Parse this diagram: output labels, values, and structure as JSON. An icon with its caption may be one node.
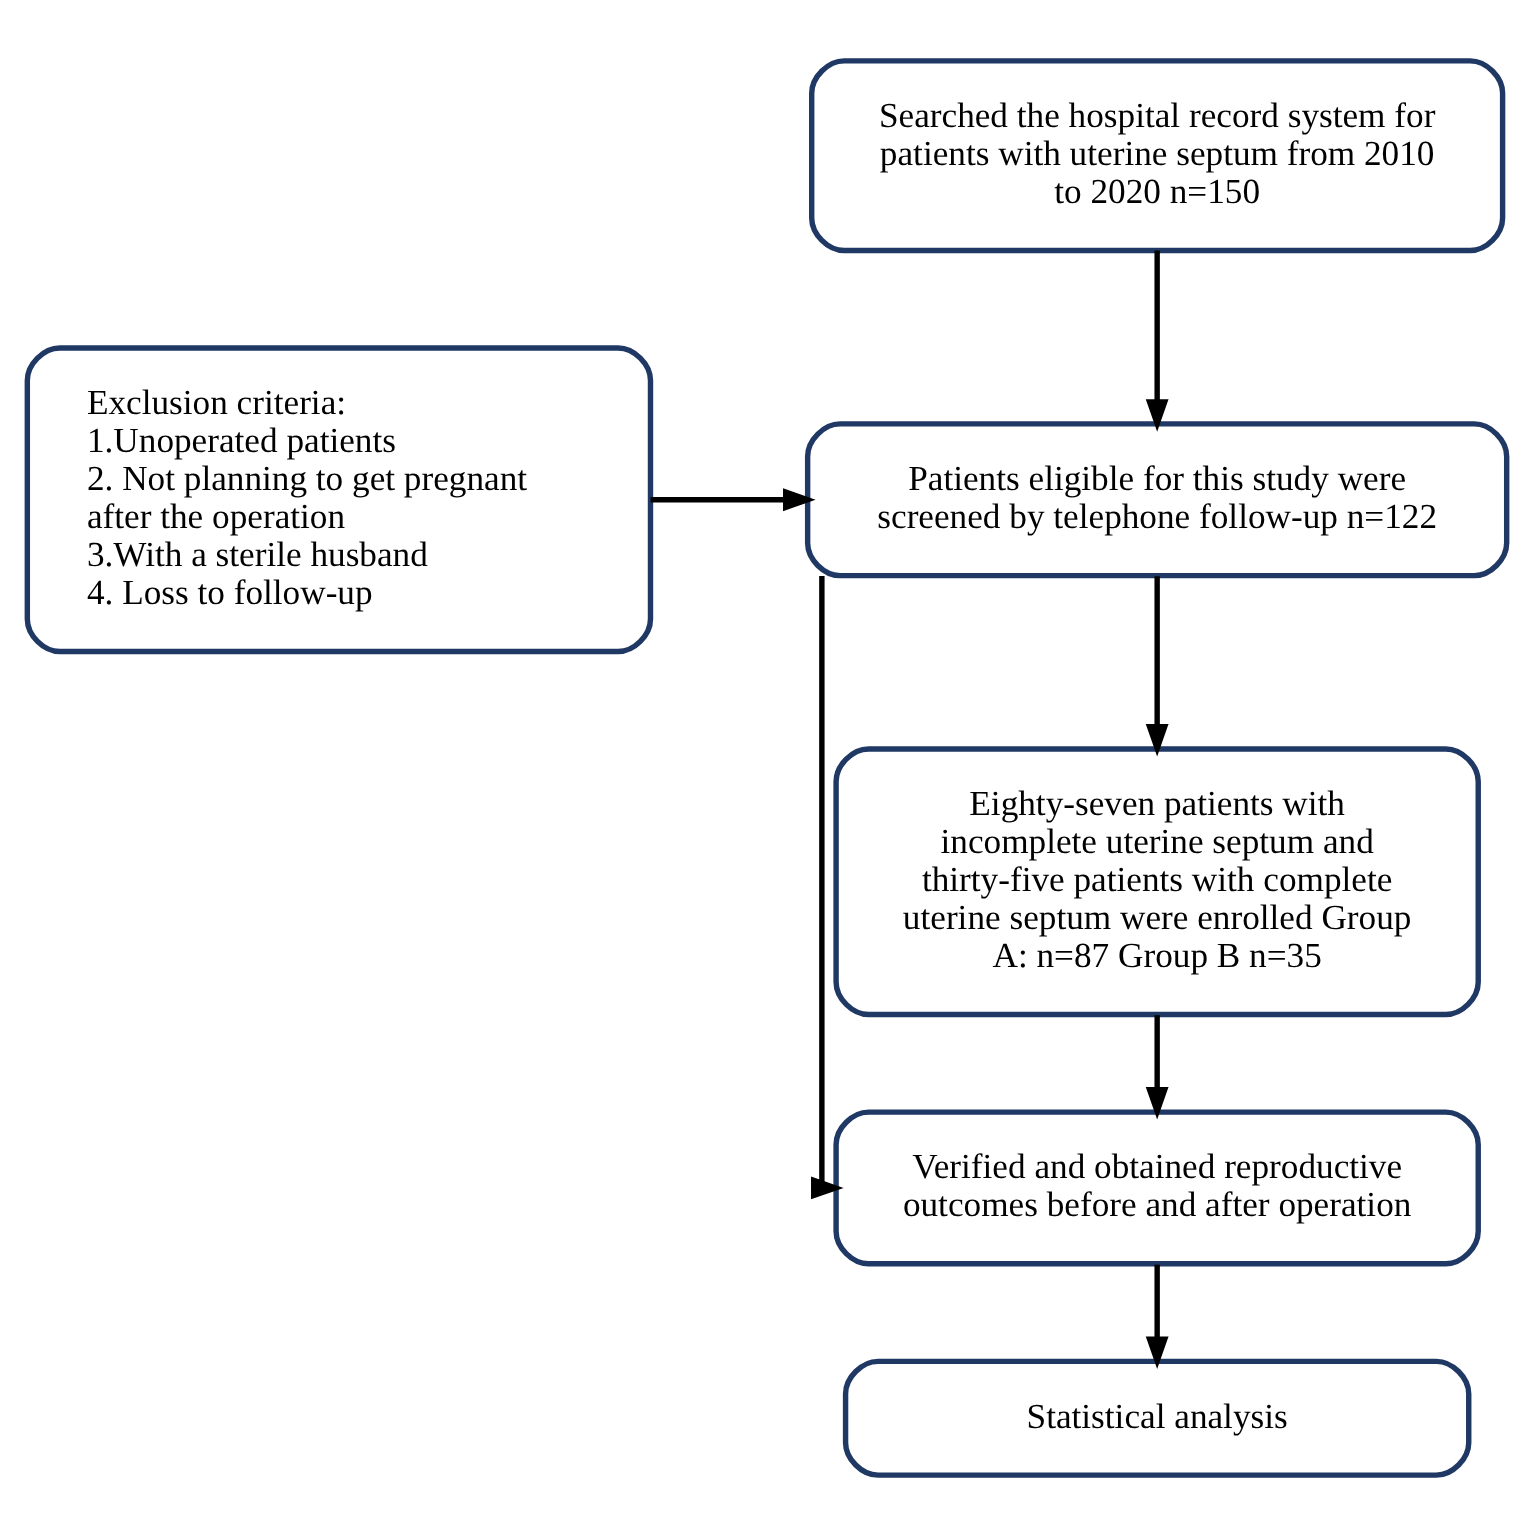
{
  "diagram": {
    "nodes": [
      {
        "text": [
          "Searched the hospital record system for patients with uterine septum from 2010 to 2020 n=150"
        ]
      },
      {
        "text": [
          "Patients eligible for this study were screened by telephone follow-up n=122"
        ]
      },
      {
        "text": [
          "Exclusion criteria:",
          "1.Unoperated patients",
          "2. Not planning to get pregnant after the operation",
          "3.With a sterile husband",
          "4. Loss to follow-up"
        ]
      },
      {
        "text": [
          "Eighty-seven patients with incomplete uterine septum and thirty-five patients with complete uterine septum were enrolled Group A: n=87 Group B n=35"
        ]
      },
      {
        "text": [
          "Verified and obtained reproductive outcomes before and after operation"
        ]
      },
      {
        "text": [
          "Statistical analysis"
        ]
      }
    ],
    "edges": [
      {
        "from": 0,
        "to": 1,
        "arrow": "to"
      },
      {
        "from": 2,
        "to": 1,
        "arrow": "to"
      },
      {
        "from": 1,
        "to": 3,
        "arrow": "to"
      },
      {
        "from": 3,
        "to": 4,
        "arrow": "to"
      },
      {
        "from": 1,
        "to": 4,
        "arrow": "to"
      },
      {
        "from": 4,
        "to": 5,
        "arrow": "to"
      }
    ]
  }
}
